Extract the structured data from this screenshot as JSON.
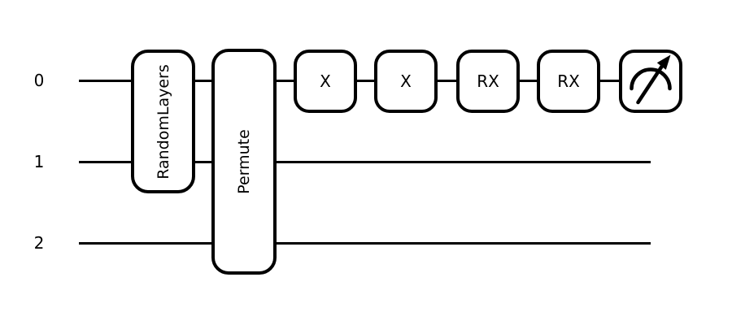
{
  "figure": {
    "background": "#ffffff",
    "stroke_color": "#000000"
  },
  "circuit": {
    "wires": [
      {
        "label": "0"
      },
      {
        "label": "1"
      },
      {
        "label": "2"
      }
    ],
    "gates": [
      {
        "label": "RandomLayers",
        "wires": [
          0,
          1
        ],
        "layer": 0
      },
      {
        "label": "Permute",
        "wires": [
          0,
          1,
          2
        ],
        "layer": 1
      },
      {
        "label": "X",
        "wires": [
          0
        ],
        "layer": 2
      },
      {
        "label": "X",
        "wires": [
          0
        ],
        "layer": 3
      },
      {
        "label": "RX",
        "wires": [
          0
        ],
        "layer": 4
      },
      {
        "label": "RX",
        "wires": [
          0
        ],
        "layer": 5
      }
    ],
    "measurement": {
      "wire": 0,
      "icon": "gauge-arrow"
    }
  }
}
